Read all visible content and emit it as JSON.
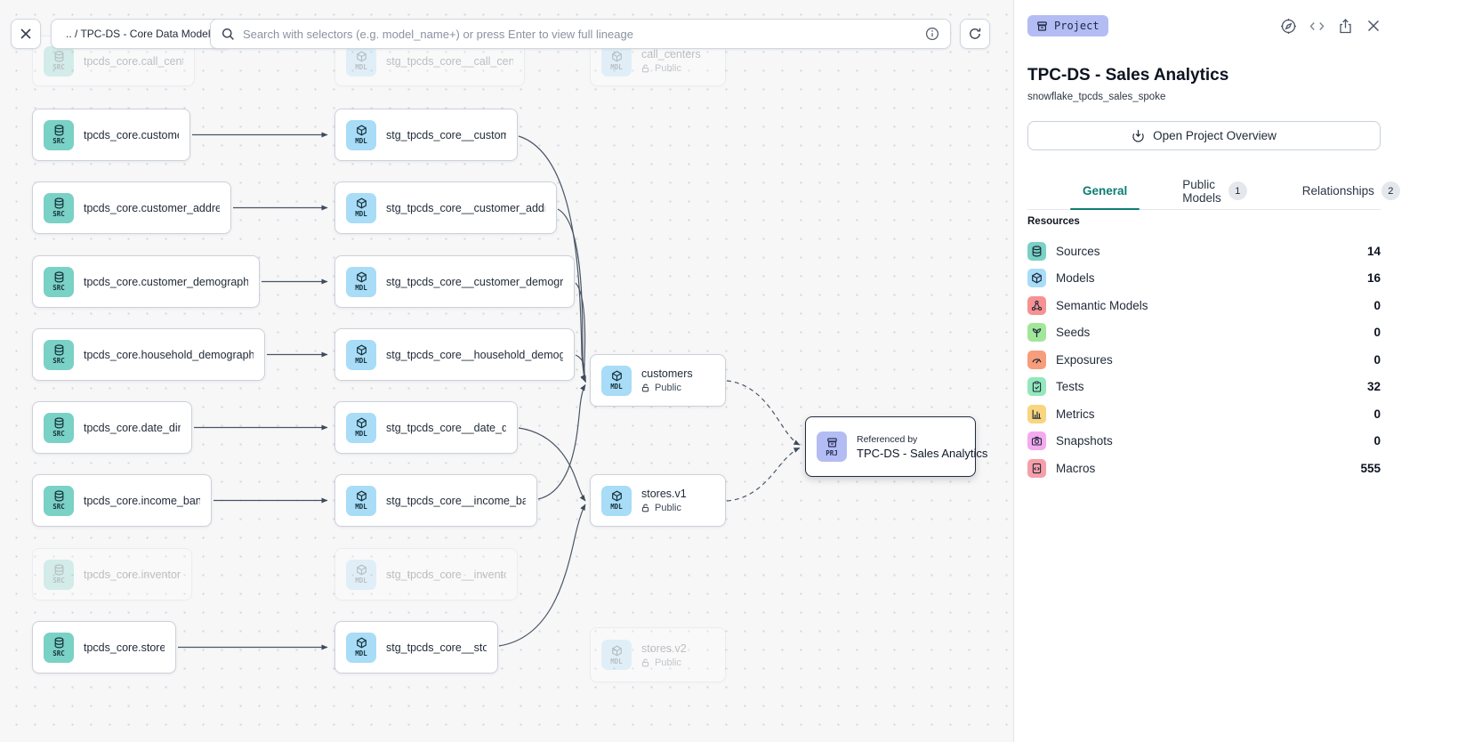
{
  "toolbar": {
    "breadcrumb": ".. / TPC-DS - Core Data Models",
    "search_placeholder": "Search with selectors (e.g. model_name+) or press Enter to view full lineage"
  },
  "graph": {
    "badge_src": "SRC",
    "badge_mdl": "MDL",
    "badge_prj": "PRJ",
    "src_nodes": [
      {
        "label": "tpcds_core.call_center"
      },
      {
        "label": "tpcds_core.customer"
      },
      {
        "label": "tpcds_core.customer_address"
      },
      {
        "label": "tpcds_core.customer_demographics"
      },
      {
        "label": "tpcds_core.household_demographics"
      },
      {
        "label": "tpcds_core.date_dim"
      },
      {
        "label": "tpcds_core.income_band"
      },
      {
        "label": "tpcds_core.inventory"
      },
      {
        "label": "tpcds_core.store"
      }
    ],
    "stg_nodes": [
      {
        "label": "stg_tpcds_core__call_center"
      },
      {
        "label": "stg_tpcds_core__customer"
      },
      {
        "label": "stg_tpcds_core__customer_address"
      },
      {
        "label": "stg_tpcds_core__customer_demogra…"
      },
      {
        "label": "stg_tpcds_core__household_demogr…"
      },
      {
        "label": "stg_tpcds_core__date_dim"
      },
      {
        "label": "stg_tpcds_core__income_band"
      },
      {
        "label": "stg_tpcds_core__inventory"
      },
      {
        "label": "stg_tpcds_core__store"
      }
    ],
    "public_nodes": [
      {
        "label": "call_centers",
        "visibility": "Public"
      },
      {
        "label": "customers",
        "visibility": "Public"
      },
      {
        "label": "stores.v1",
        "visibility": "Public"
      },
      {
        "label": "stores.v2",
        "visibility": "Public"
      }
    ],
    "project_node": {
      "kicker": "Referenced by",
      "label": "TPC-DS - Sales Analytics"
    }
  },
  "panel": {
    "type_badge": "Project",
    "title": "TPC-DS - Sales Analytics",
    "subtitle": "snowflake_tpcds_sales_spoke",
    "overview_button": "Open Project Overview",
    "tabs": [
      {
        "label": "General",
        "badge": ""
      },
      {
        "label": "Public Models",
        "badge": "1"
      },
      {
        "label": "Relationships",
        "badge": "2"
      }
    ],
    "resources_heading": "Resources",
    "resources": [
      {
        "label": "Sources",
        "value": "14",
        "color": "#7ad1c5"
      },
      {
        "label": "Models",
        "value": "16",
        "color": "#a8dcf7"
      },
      {
        "label": "Semantic Models",
        "value": "0",
        "color": "#f79192"
      },
      {
        "label": "Seeds",
        "value": "0",
        "color": "#a2e69a"
      },
      {
        "label": "Exposures",
        "value": "0",
        "color": "#f79d7b"
      },
      {
        "label": "Tests",
        "value": "32",
        "color": "#93e8bc"
      },
      {
        "label": "Metrics",
        "value": "0",
        "color": "#f8d57e"
      },
      {
        "label": "Snapshots",
        "value": "0",
        "color": "#f4aaee"
      },
      {
        "label": "Macros",
        "value": "555",
        "color": "#f79fa8"
      }
    ]
  },
  "colors": {
    "accent_teal": "#0b7d72",
    "badge_purple": "#b4bcf4",
    "src_teal": "#7ad1c5",
    "mdl_blue": "#a8dcf7"
  }
}
